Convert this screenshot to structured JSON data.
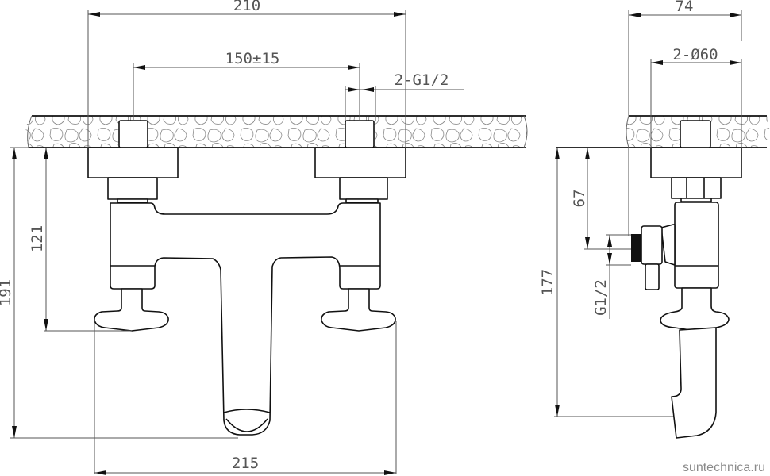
{
  "drawing": {
    "type": "technical drawing",
    "subject": "wall-mounted two-handle bath/shower mixer",
    "views": [
      "front",
      "side"
    ]
  },
  "front_view": {
    "dimensions": {
      "overall_top_width": "210",
      "inlet_spacing": "150±15",
      "inlet_thread": "2-G1/2",
      "handle_span": "215",
      "total_height": "191",
      "handle_height": "121"
    }
  },
  "side_view": {
    "dimensions": {
      "depth": "74",
      "escutcheon": "2-Ø60",
      "total_height": "177",
      "outlet_height": "67",
      "outlet_thread": "G1/2"
    }
  },
  "watermark": "suntechnica.ru",
  "colors": {
    "line": "#111111",
    "dimension": "#555555",
    "stone_hatch": "#888888",
    "background": "#ffffff"
  }
}
